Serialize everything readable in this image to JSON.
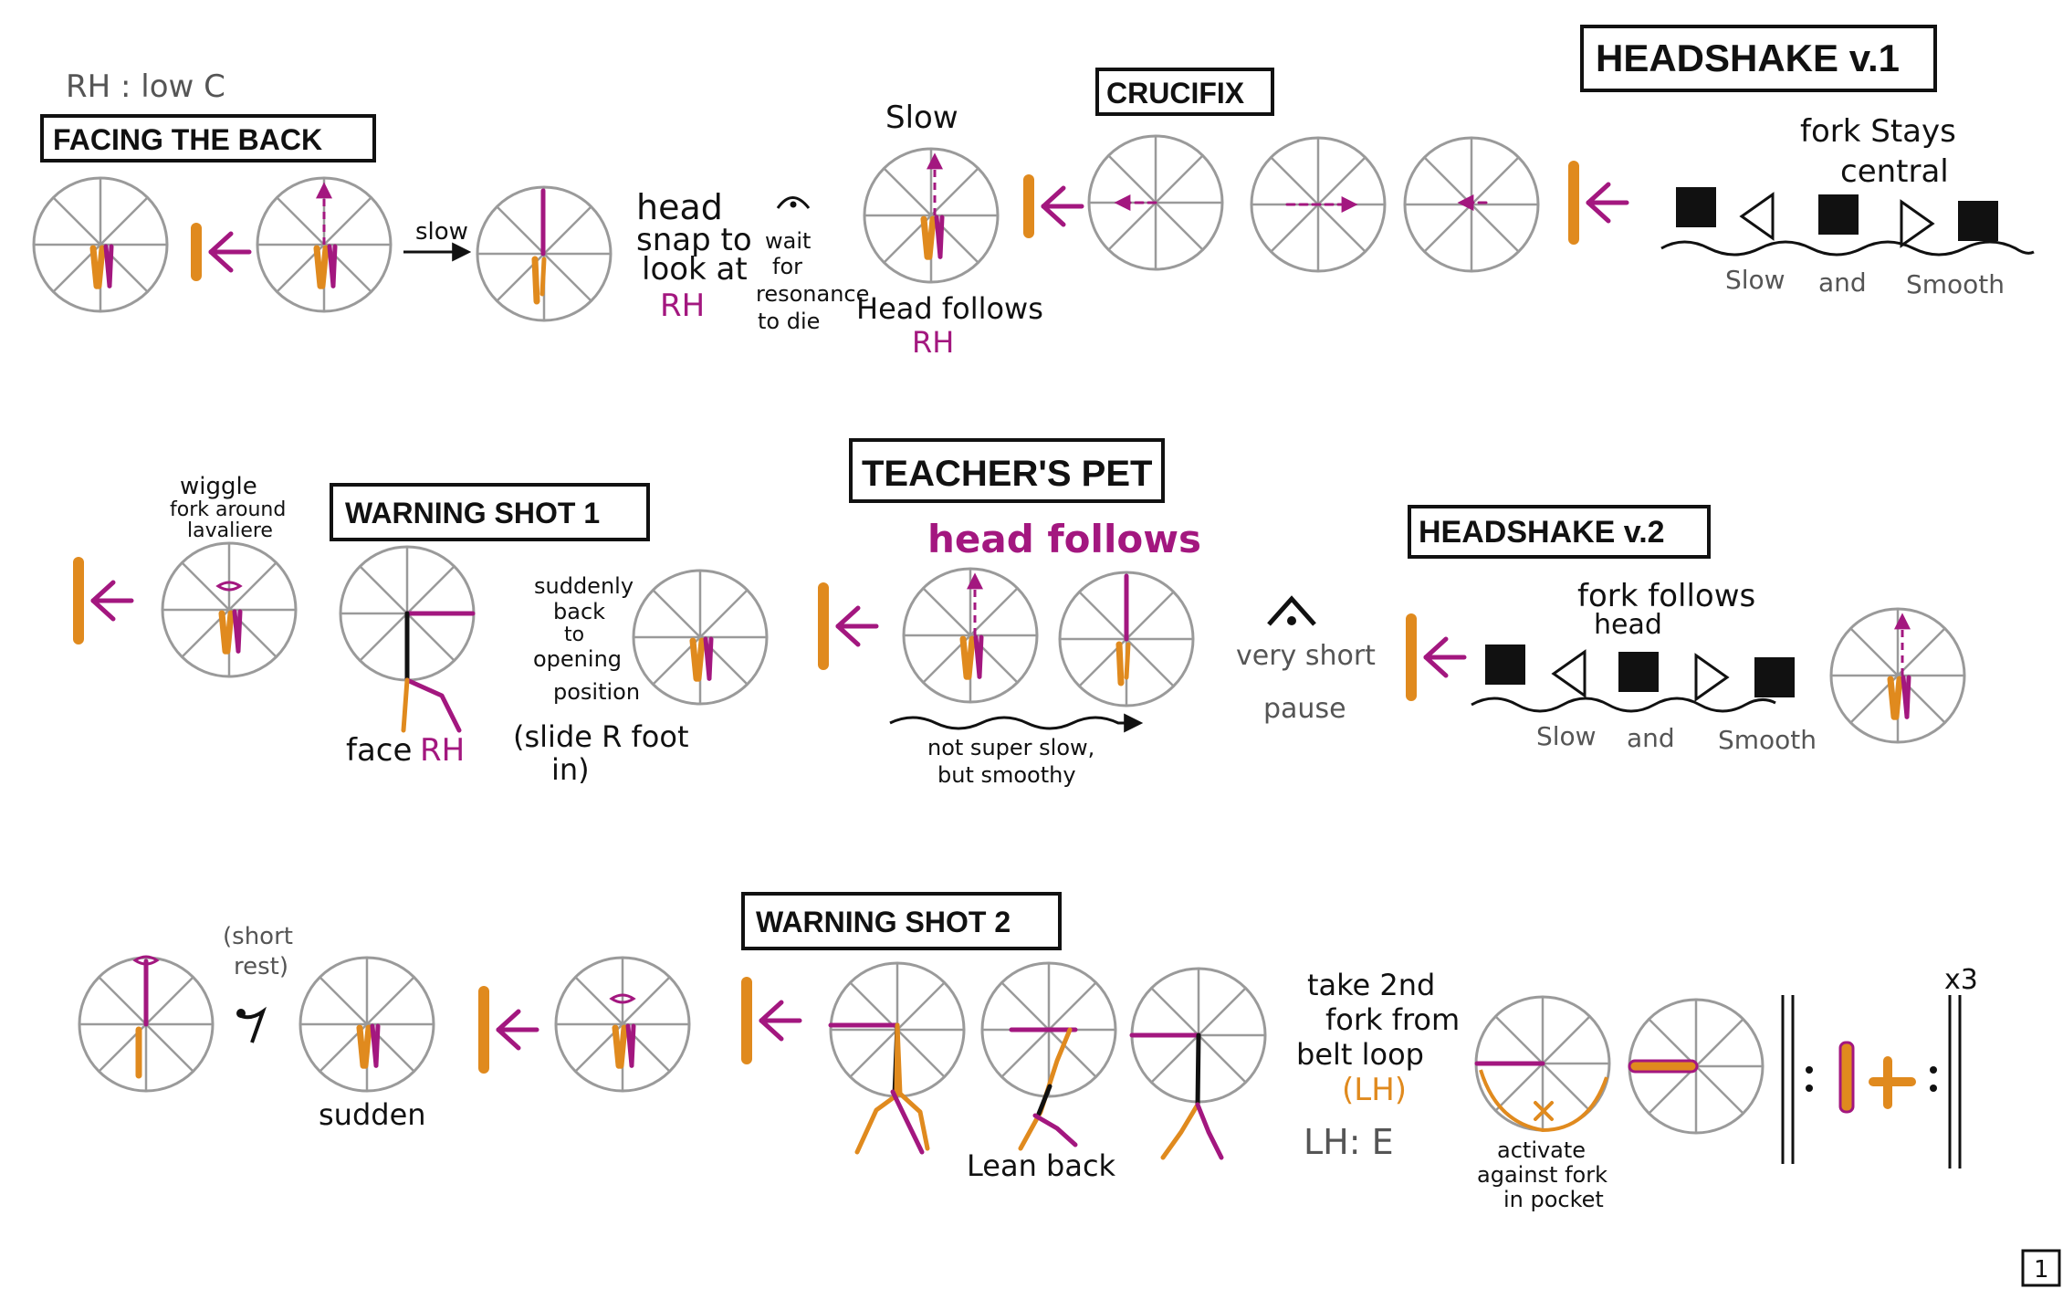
{
  "colors": {
    "purple": "#a3177f",
    "orange": "#e08a1e",
    "circle": "#9a9a9a",
    "ink": "#111111"
  },
  "top_note": "RH : low C",
  "sections": {
    "facing_the_back": "FACING THE BACK",
    "crucifix": "CRUCIFIX",
    "headshake_v1": "HEADSHAKE v.1",
    "warning_shot_1": "WARNING SHOT 1",
    "teachers_pet": "TEACHER'S PET",
    "headshake_v2": "HEADSHAKE v.2",
    "warning_shot_2": "WARNING SHOT 2"
  },
  "row1": {
    "slow_arrow": "slow",
    "head_snap": [
      "head",
      "snap to",
      "look at"
    ],
    "head_snap_rh": "RH",
    "wait": [
      "wait",
      "for",
      "resonance",
      "to die"
    ],
    "slow_top": "Slow",
    "head_follows": "Head follows",
    "head_follows_rh": "RH",
    "fork_stays": [
      "fork Stays",
      "central"
    ],
    "slow_and_smooth": [
      "Slow",
      "and",
      "Smooth"
    ]
  },
  "row2": {
    "wiggle": [
      "wiggle",
      "fork around",
      "lavaliere"
    ],
    "face": "face",
    "face_rh": "RH",
    "suddenly": [
      "suddenly",
      "back",
      "to",
      "opening",
      "position"
    ],
    "slide": [
      "(slide R foot",
      "in)"
    ],
    "head_follows": "head follows",
    "not_super_slow": [
      "not super slow,",
      "but smoothy"
    ],
    "very_short_pause": [
      "very short",
      "pause"
    ],
    "fork_follows": [
      "fork follows",
      "head"
    ],
    "slow_and_smooth": [
      "Slow",
      "and",
      "Smooth"
    ]
  },
  "row3": {
    "short_rest": [
      "(short",
      "rest)"
    ],
    "sudden": "sudden",
    "lean_back": "Lean back",
    "take_second": [
      "take 2nd",
      "fork from",
      "belt loop"
    ],
    "lh_paren": "(LH)",
    "lh_e": "LH: E",
    "activate": [
      "activate",
      "against fork",
      "in pocket"
    ],
    "repeat": "x3"
  },
  "page_number": "1"
}
